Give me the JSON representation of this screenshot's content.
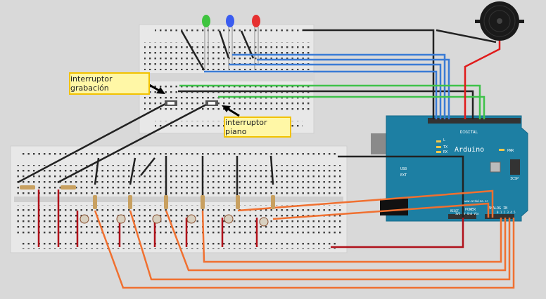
{
  "notes": {
    "recording_switch": "interruptor grabación",
    "piano_switch": "interruptor piano"
  },
  "arduino": {
    "name": "Arduino",
    "digital": "DIGITAL",
    "power": "POWER",
    "analog_in": "ANALOG IN",
    "icsp": "ICSP",
    "pwr": "PWR",
    "usb": "USB",
    "ext": "EXT",
    "led_l": "L",
    "led_tx": "TX",
    "led_rx": "RX",
    "reset": "RESET",
    "power_pins": "3V3 5V Gnd Vin",
    "site": "www.arduino.cc",
    "analog_pins": "0 1 2 3 4 5"
  },
  "colors": {
    "arduino": "#1d7fa3",
    "wire_black": "#222222",
    "wire_blue": "#3a7bd5",
    "wire_green": "#3fc24a",
    "wire_red": "#e01b1b",
    "wire_orange": "#f07030",
    "wire_dark_red": "#b0111a",
    "note_bg": "#fff7a6"
  },
  "components": {
    "leds": [
      "green",
      "blue",
      "red"
    ],
    "buzzer": "piezo-buzzer",
    "push_buttons": 2,
    "photoresistors": 6,
    "resistors": 8
  }
}
